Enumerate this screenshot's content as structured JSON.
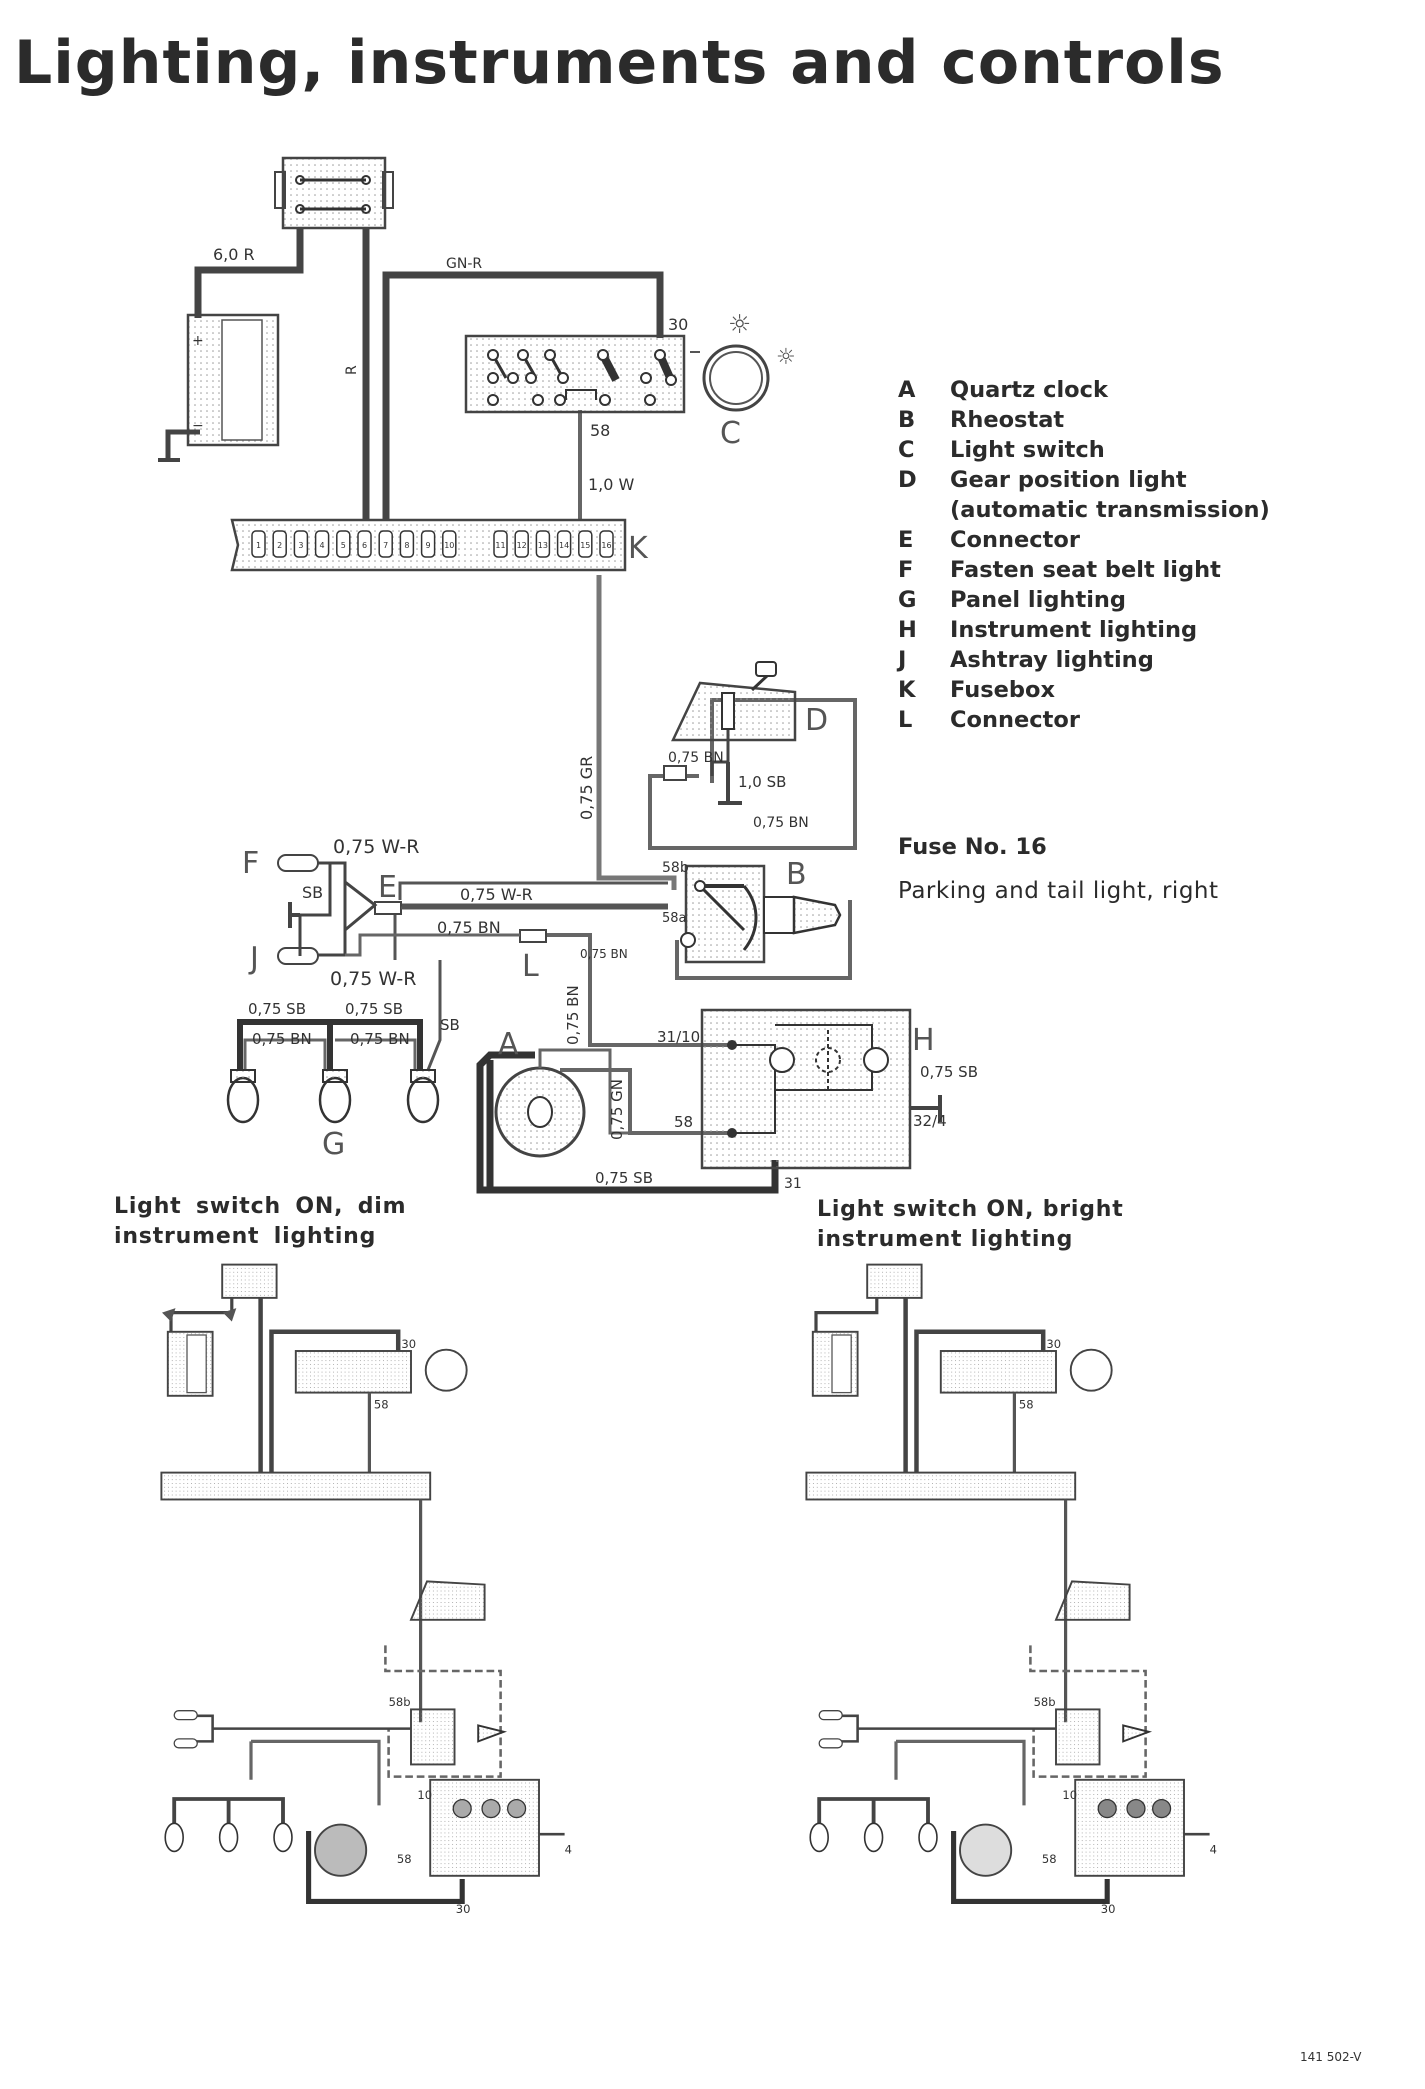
{
  "title": "Lighting, instruments and controls",
  "legend": [
    {
      "key": "A",
      "label": "Quartz clock"
    },
    {
      "key": "B",
      "label": "Rheostat"
    },
    {
      "key": "C",
      "label": "Light switch"
    },
    {
      "key": "D",
      "label": "Gear position light",
      "sub": "(automatic transmission)"
    },
    {
      "key": "E",
      "label": "Connector"
    },
    {
      "key": "F",
      "label": "Fasten seat belt light"
    },
    {
      "key": "G",
      "label": "Panel lighting"
    },
    {
      "key": "H",
      "label": "Instrument lighting"
    },
    {
      "key": "J",
      "label": "Ashtray lighting"
    },
    {
      "key": "K",
      "label": "Fusebox"
    },
    {
      "key": "L",
      "label": "Connector"
    }
  ],
  "fuse": {
    "title": "Fuse No. 16",
    "description": "Parking and tail light, right"
  },
  "captions": {
    "dim": "Light switch ON, dim instrument lighting",
    "bright": "Light switch ON, bright instrument lighting"
  },
  "figure_ref": "141 502-V",
  "diagram_labels": {
    "A": "A",
    "B": "B",
    "C": "C",
    "D": "D",
    "E": "E",
    "F": "F",
    "G": "G",
    "H": "H",
    "J": "J",
    "K": "K",
    "L": "L"
  },
  "wire_labels": {
    "w_60r": "6,0 R",
    "w_gnr": "GN-R",
    "w_r": "R",
    "w_10w": "1,0 W",
    "w_075gr": "0,75 GR",
    "w_075bn_d": "0,75 BN",
    "w_10sb": "1,0 SB",
    "w_075bn_b": "0,75 BN",
    "w_075wr_f": "0,75 W-R",
    "w_sb_fj": "SB",
    "w_075wr_e": "0,75 W-R",
    "w_075bn_e": "0,75 BN",
    "w_075bn_l": "0,75 BN",
    "w_075wr_j": "0,75 W-R",
    "w_075sb_g1": "0,75 SB",
    "w_075sb_g2": "0,75 SB",
    "w_075bn_g1": "0,75 BN",
    "w_075bn_g2": "0,75 BN",
    "w_sb_g": "SB",
    "w_075bn_v": "0,75 BN",
    "w_075gn": "0,75 GN",
    "w_075sb_bottom": "0,75 SB",
    "w_075sb_h": "0,75 SB"
  },
  "terminals": {
    "t30": "30",
    "t58": "58",
    "t58b": "58b",
    "t58a": "58a",
    "t31_10": "31/10",
    "t58h": "58",
    "t32_4": "32/4",
    "t31": "31",
    "s_t30a": "30",
    "s_t58a": "58",
    "s_t58ba": "58b",
    "s_t10a": "10",
    "s_t58ha": "58",
    "s_t4a": "4",
    "s_t30ba": "30",
    "s_t30b": "30",
    "s_t58b": "58",
    "s_t58bb": "58b",
    "s_t10b": "10",
    "s_t58hb": "58",
    "s_t4b": "4",
    "s_t30bb": "30"
  },
  "fuse_numbers": [
    "1",
    "2",
    "3",
    "4",
    "5",
    "6",
    "7",
    "8",
    "9",
    "10",
    "11",
    "12",
    "13",
    "14",
    "15",
    "16"
  ]
}
